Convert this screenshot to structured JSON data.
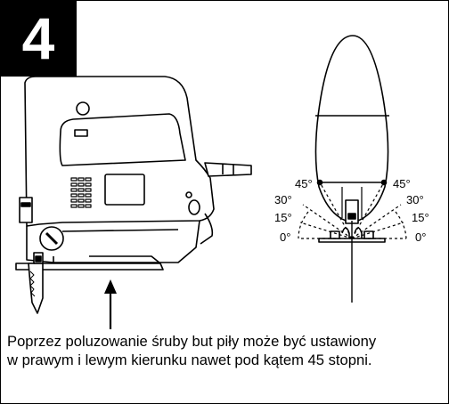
{
  "step": {
    "number": "4"
  },
  "angles": {
    "left_45": "45°",
    "left_30": "30°",
    "left_15": "15°",
    "left_0": "0°",
    "right_45": "45°",
    "right_30": "30°",
    "right_15": "15°",
    "right_0": "0°"
  },
  "caption": {
    "line1": "Poprzez poluzowanie śruby but piły może być ustawiony",
    "line2": "w prawym i lewym kierunku nawet pod kątem 45 stopni."
  }
}
